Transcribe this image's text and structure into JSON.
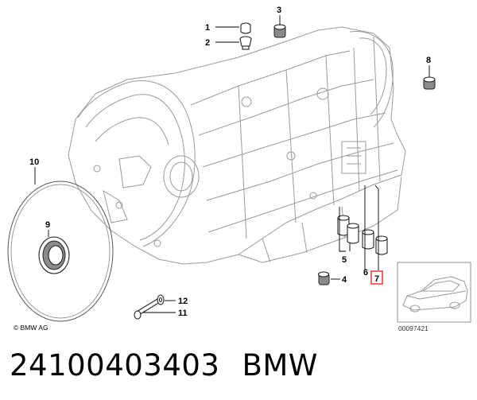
{
  "diagram": {
    "callouts": [
      "1",
      "2",
      "3",
      "4",
      "5",
      "6",
      "7",
      "8",
      "9",
      "10",
      "11",
      "12"
    ],
    "highlighted_callout": "7",
    "highlight_color": "#e01818",
    "copyright": "© BMW AG",
    "drawing_number": "00097421"
  },
  "caption": {
    "part_number": "24100403403",
    "brand": "BMW"
  }
}
